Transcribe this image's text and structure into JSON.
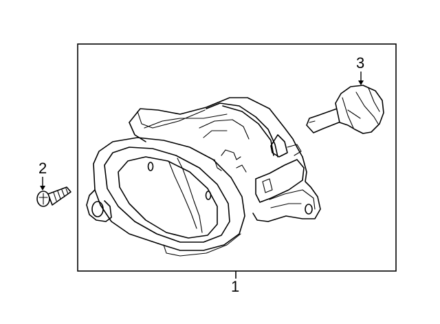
{
  "diagram": {
    "callouts": [
      {
        "id": "part-1",
        "label": "1"
      },
      {
        "id": "part-2",
        "label": "2"
      },
      {
        "id": "part-3",
        "label": "3"
      }
    ],
    "parts": [
      {
        "id": "part-1",
        "icon": "fog-lamp-assembly-icon"
      },
      {
        "id": "part-2",
        "icon": "screw-icon"
      },
      {
        "id": "part-3",
        "icon": "bulb-icon"
      }
    ],
    "colors": {
      "line": "#000000",
      "background": "#ffffff"
    }
  }
}
